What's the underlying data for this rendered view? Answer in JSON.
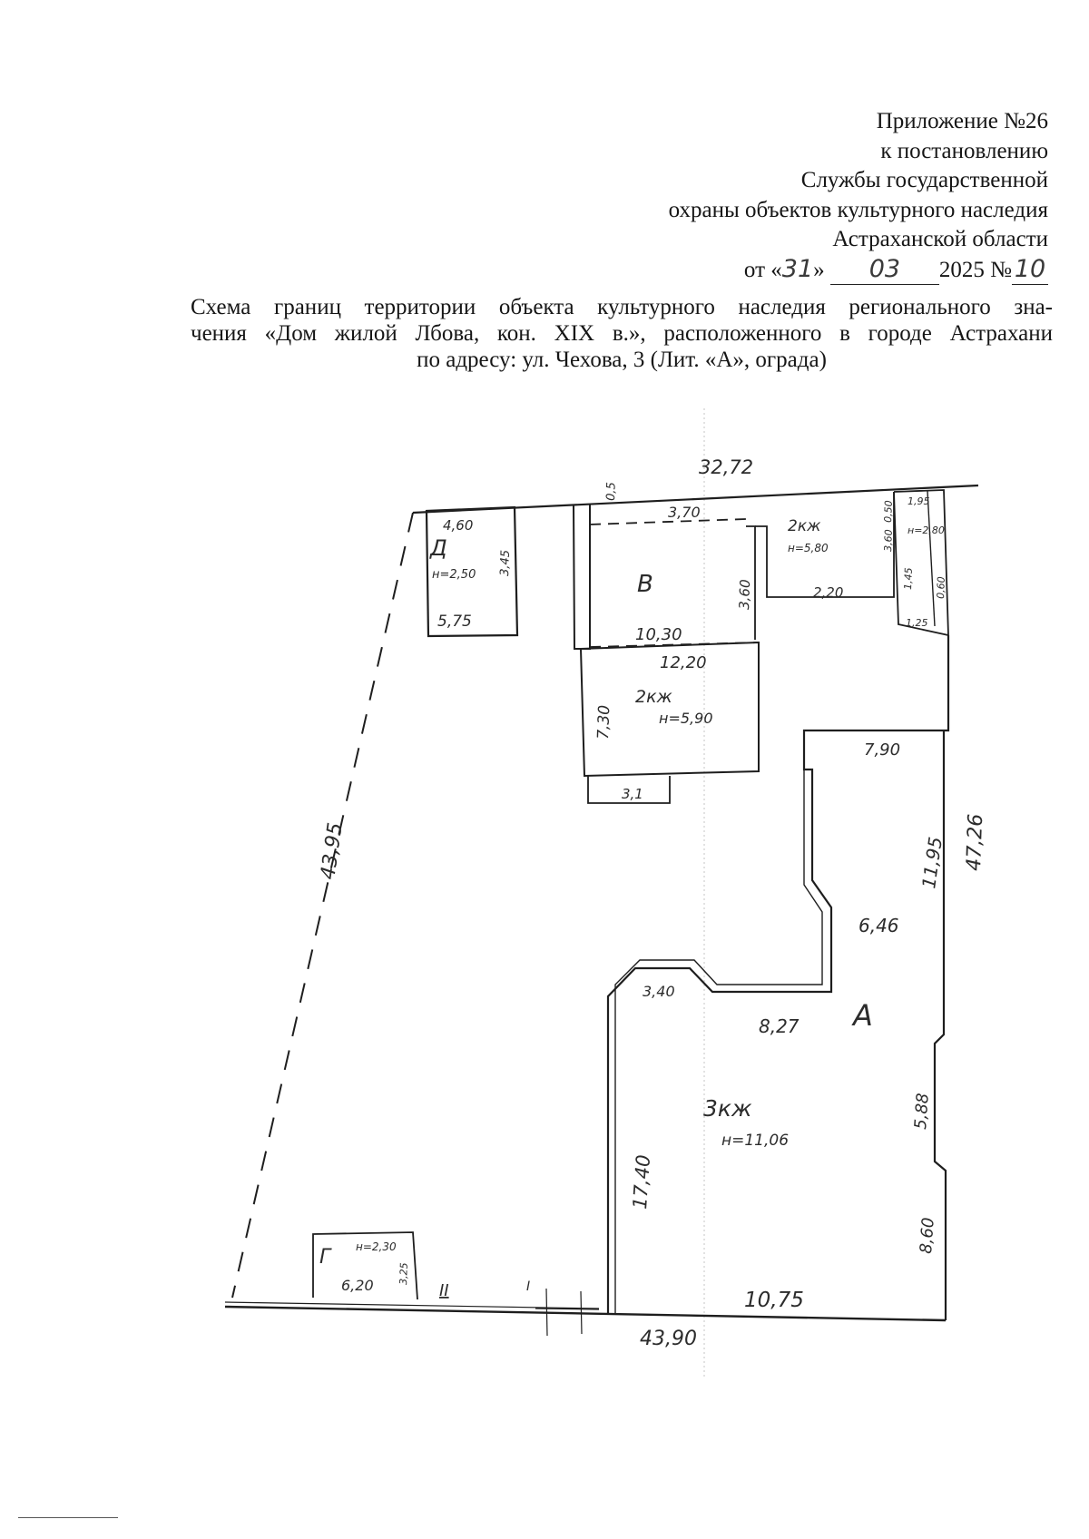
{
  "appendix": {
    "line1": "Приложение №26",
    "line2": "к постановлению",
    "line3": "Службы государственной",
    "line4": "охраны объектов культурного наследия",
    "line5": "Астраханской области",
    "date_prefix": "от «",
    "date_day": "31",
    "date_mid": "»",
    "date_month": "03",
    "date_year_no": "2025 №",
    "date_number": "10"
  },
  "title": {
    "line1": "Схема границ территории объекта культурного наследия регионального зна-",
    "line2": "чения «Дом жилой Лбова, кон. XIX в.», расположенного в городе Астрахани",
    "line3": "по адресу: ул. Чехова, 3 (Лит. «А», ограда)"
  },
  "plan": {
    "dimensions": {
      "top": "32,72",
      "left": "43,95",
      "bottom": "43,90",
      "right": "47,26",
      "d_width": "4,60",
      "d_height": "5,75",
      "d_side": "3,45",
      "d_h": "н=2,50",
      "b_top": "3,70",
      "b_side": "3,60",
      "b_left": "0,5",
      "b_width_top": "10,30",
      "b_width_bottom": "12,20",
      "b_height": "7,30",
      "b_porch": "3,1",
      "b_floors": "2кж",
      "b_h": "н=5,90",
      "ne_floors": "2кж",
      "ne_h": "н=5,80",
      "ne_w": "2,20",
      "ne_s1": "3,60",
      "ne_s2": "0,50",
      "ne_s3": "1,45",
      "ne_s4": "0,60",
      "ne_s5": "1,25",
      "ne_s6": "1,95",
      "ne_h2": "н=2,80",
      "a_top": "7,90",
      "a_side1": "11,95",
      "a_mid": "6,46",
      "a_notch": "3,40",
      "a_notch2": "8,27",
      "a_left": "17,40",
      "a_right1": "5,88",
      "a_right2": "8,60",
      "a_bottom": "10,75",
      "a_floors": "3кж",
      "a_h": "н=11,06",
      "g_width": "6,20",
      "g_h": "н=2,30",
      "g_side": "3,25",
      "roman_gate": "II",
      "roman_small": "I"
    },
    "letters": {
      "d": "Д",
      "b": "В",
      "a": "А",
      "g": "Г"
    }
  }
}
